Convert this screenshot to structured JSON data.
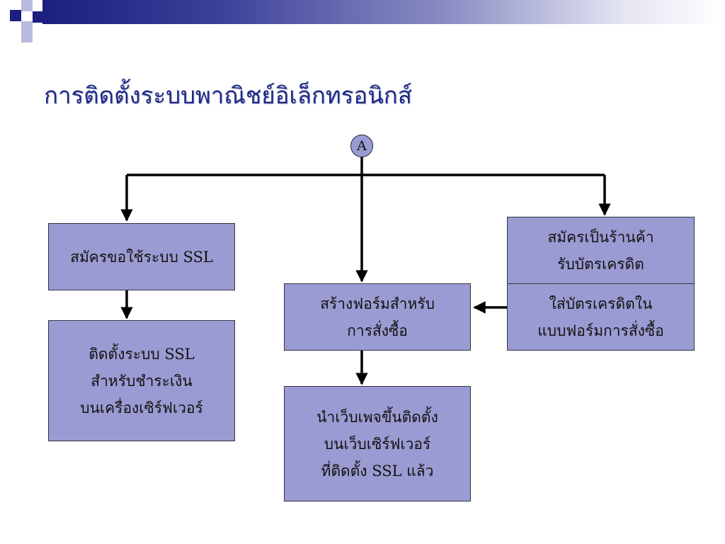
{
  "title": "การติดตั้งระบบพาณิชย์อิเล็กทรอนิกส์",
  "connector": "A",
  "boxes": {
    "ssl_request": [
      "สมัครขอใช้ระบบ SSL"
    ],
    "ssl_install": [
      "ติดตั้งระบบ SSL",
      "สำหรับชำระเงิน",
      "บนเครื่องเซิร์ฟเวอร์"
    ],
    "order_form": [
      "สร้างฟอร์มสำหรับ",
      "การสั่งซื้อ"
    ],
    "upload_page": [
      "นำเว็บเพจขึ้นติดตั้ง",
      "บนเว็บเซิร์ฟเวอร์",
      "ที่ติดตั้ง SSL แล้ว"
    ],
    "merchant_register": [
      "สมัครเป็นร้านค้า",
      "รับบัตรเครดิต"
    ],
    "card_in_form": [
      "ใส่บัตรเครดิตใน",
      "แบบฟอร์มการสั่งซื้อ"
    ]
  },
  "colors": {
    "box_fill": "#9b9bd3",
    "title": "#1e2a8a",
    "banner_dark": "#1b1f7e"
  }
}
